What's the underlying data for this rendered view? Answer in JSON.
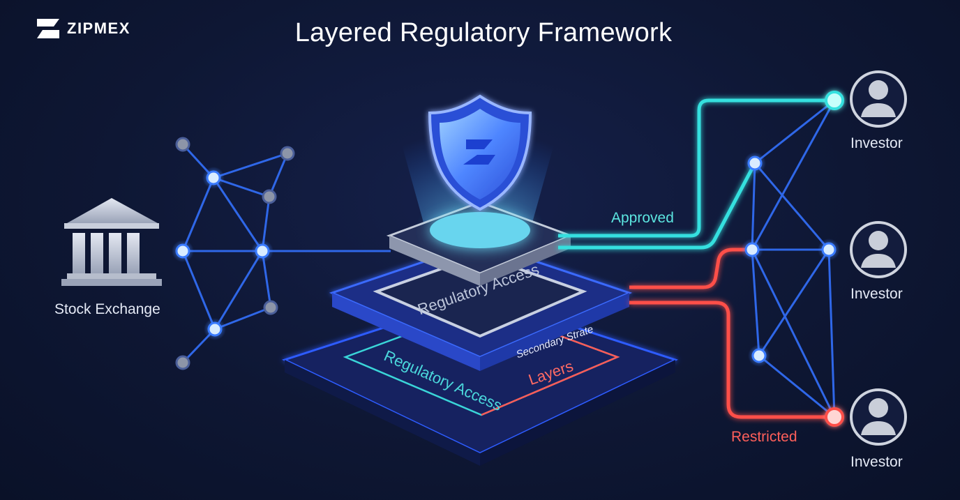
{
  "brand": {
    "name": "ZIPMEX",
    "icon": "zipmex-logo-icon"
  },
  "title": "Layered Regulatory Framework",
  "source": {
    "label": "Stock Exchange",
    "icon": "bank-building-icon"
  },
  "platform": {
    "icon": "shield-icon",
    "layers": [
      {
        "label": "Regulatory Access"
      },
      {
        "label": "Secondary Strate"
      },
      {
        "label": "Regulatory Access"
      },
      {
        "label": "Layers"
      }
    ]
  },
  "flows": {
    "approved": "Approved",
    "restricted": "Restricted"
  },
  "investors": [
    {
      "label": "Investor",
      "icon": "user-avatar-icon"
    },
    {
      "label": "Investor",
      "icon": "user-avatar-icon"
    },
    {
      "label": "Investor",
      "icon": "user-avatar-icon"
    }
  ],
  "colors": {
    "background": "#0e1734",
    "node_blue": "#3a7bff",
    "approved": "#34e0df",
    "restricted": "#ff4f4a",
    "platform_edge": "#2d5cff"
  }
}
